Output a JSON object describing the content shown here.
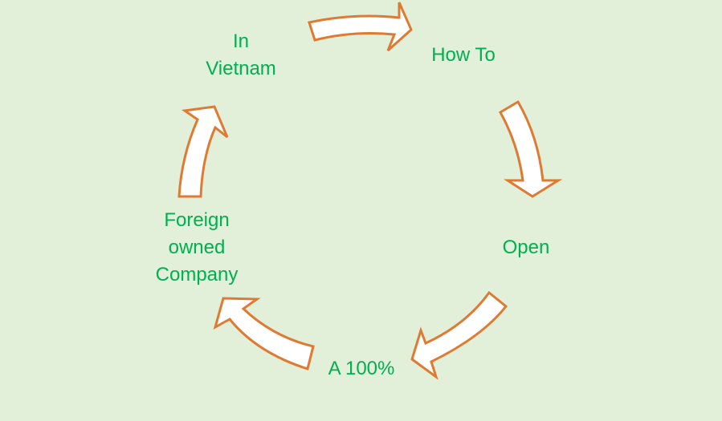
{
  "diagram": {
    "type": "cycle",
    "colors": {
      "background": "#e2efd9",
      "text": "#00b050",
      "arrow_fill": "#ffffff",
      "arrow_stroke": "#df7a33"
    },
    "nodes": [
      {
        "id": "in-vietnam",
        "label": "In\nVietnam"
      },
      {
        "id": "how-to",
        "label": "How To"
      },
      {
        "id": "open",
        "label": "Open"
      },
      {
        "id": "a-100",
        "label": "A 100%"
      },
      {
        "id": "foreign-owned-company",
        "label": "Foreign\nowned\nCompany"
      }
    ],
    "edges": [
      {
        "from": "in-vietnam",
        "to": "how-to"
      },
      {
        "from": "how-to",
        "to": "open"
      },
      {
        "from": "open",
        "to": "a-100"
      },
      {
        "from": "a-100",
        "to": "foreign-owned-company"
      },
      {
        "from": "foreign-owned-company",
        "to": "in-vietnam"
      }
    ]
  }
}
